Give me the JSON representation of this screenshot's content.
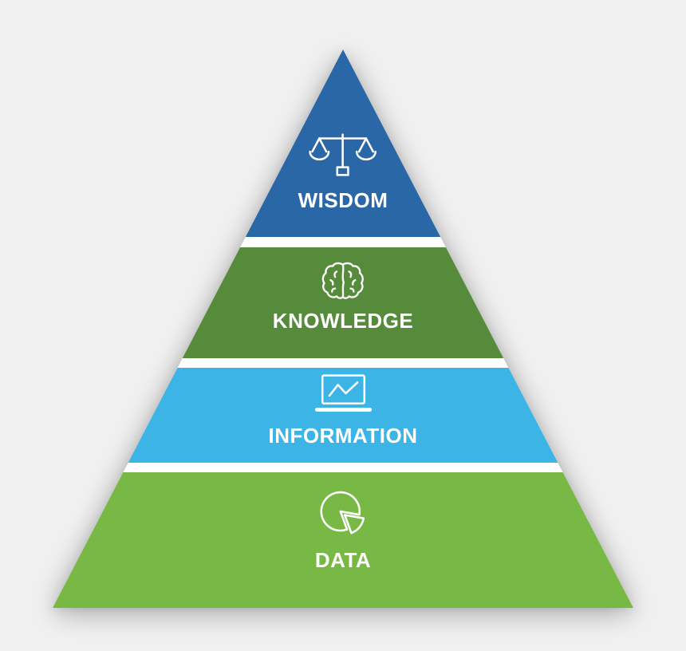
{
  "levels": [
    {
      "label": "WISDOM",
      "icon": "scales-icon",
      "color": "#2a67a6"
    },
    {
      "label": "KNOWLEDGE",
      "icon": "brain-icon",
      "color": "#578b3c"
    },
    {
      "label": "INFORMATION",
      "icon": "laptop-chart-icon",
      "color": "#3cb4e5"
    },
    {
      "label": "DATA",
      "icon": "pie-chart-icon",
      "color": "#77b944"
    }
  ],
  "colors": {
    "background": "#f2f1f1",
    "divider": "#ffffff",
    "text": "#ffffff"
  }
}
